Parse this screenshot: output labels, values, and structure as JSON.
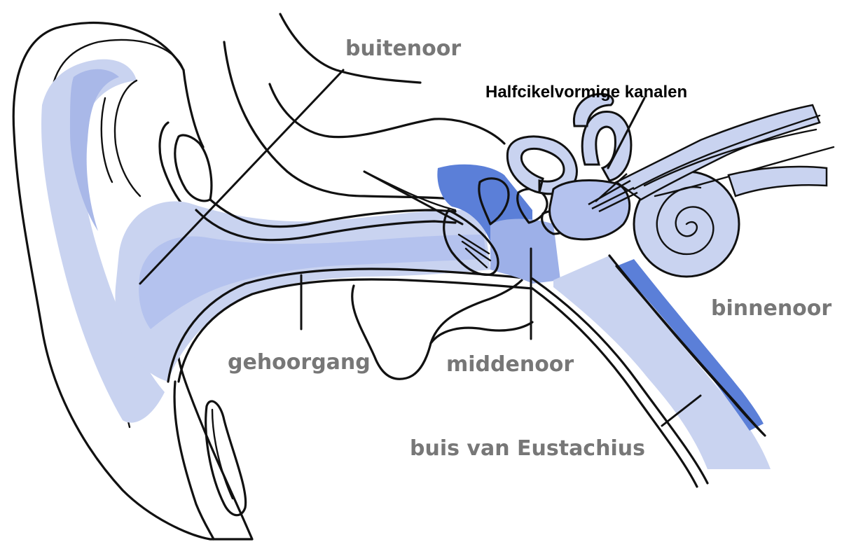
{
  "labels": {
    "buitenoor": "buitenoor",
    "halfcirkel": "Halfcikelvormige kanalen",
    "binnenoor": "binnenoor",
    "gehoorgang": "gehoorgang",
    "middenoor": "middenoor",
    "eustachius": "buis van Eustachius"
  },
  "colors": {
    "light_blue": "#c9d3f0",
    "mid_blue": "#a9b8e8",
    "dark_blue": "#5b7fd8",
    "outline": "#111111",
    "label_gray": "#777777"
  }
}
